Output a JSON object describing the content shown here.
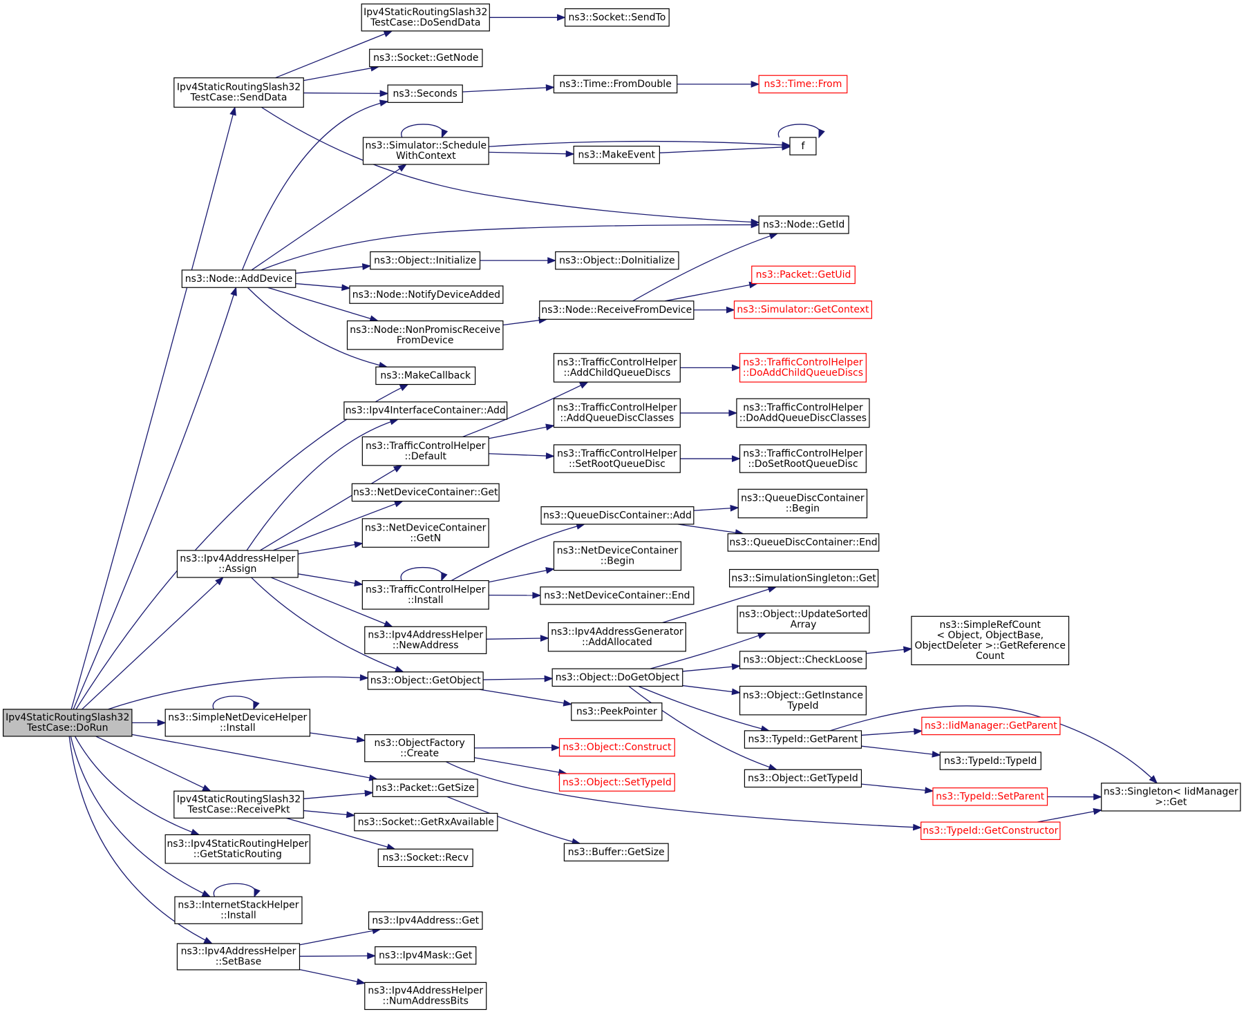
{
  "diagram": {
    "nodes": [
      {
        "id": "root",
        "lines": [
          "Ipv4StaticRoutingSlash32",
          "TestCase::DoRun"
        ],
        "style": "root"
      },
      {
        "id": "sendData",
        "lines": [
          "Ipv4StaticRoutingSlash32",
          "TestCase::SendData"
        ]
      },
      {
        "id": "addDevice",
        "lines": [
          "ns3::Node::AddDevice"
        ]
      },
      {
        "id": "ipv4Assign",
        "lines": [
          "ns3::Ipv4AddressHelper",
          "::Assign"
        ]
      },
      {
        "id": "simpleInstall",
        "lines": [
          "ns3::SimpleNetDeviceHelper",
          "::Install"
        ]
      },
      {
        "id": "receivePkt",
        "lines": [
          "Ipv4StaticRoutingSlash32",
          "TestCase::ReceivePkt"
        ]
      },
      {
        "id": "getStaticRouting",
        "lines": [
          "ns3::Ipv4StaticRoutingHelper",
          "::GetStaticRouting"
        ]
      },
      {
        "id": "inetInstall",
        "lines": [
          "ns3::InternetStackHelper",
          "::Install"
        ]
      },
      {
        "id": "setBase",
        "lines": [
          "ns3::Ipv4AddressHelper",
          "::SetBase"
        ]
      },
      {
        "id": "doSendData",
        "lines": [
          "Ipv4StaticRoutingSlash32",
          "TestCase::DoSendData"
        ]
      },
      {
        "id": "sockGetNode",
        "lines": [
          "ns3::Socket::GetNode"
        ]
      },
      {
        "id": "seconds",
        "lines": [
          "ns3::Seconds"
        ]
      },
      {
        "id": "schedCtx",
        "lines": [
          "ns3::Simulator::Schedule",
          "WithContext"
        ]
      },
      {
        "id": "objInit",
        "lines": [
          "ns3::Object::Initialize"
        ]
      },
      {
        "id": "notifyAdded",
        "lines": [
          "ns3::Node::NotifyDeviceAdded"
        ]
      },
      {
        "id": "nonPromisc",
        "lines": [
          "ns3::Node::NonPromiscReceive",
          "FromDevice"
        ]
      },
      {
        "id": "makeCallback",
        "lines": [
          "ns3::MakeCallback"
        ]
      },
      {
        "id": "ifcAdd",
        "lines": [
          "ns3::Ipv4InterfaceContainer::Add"
        ]
      },
      {
        "id": "tchDefault",
        "lines": [
          "ns3::TrafficControlHelper",
          "::Default"
        ]
      },
      {
        "id": "ndcGet",
        "lines": [
          "ns3::NetDeviceContainer::Get"
        ]
      },
      {
        "id": "ndcGetN",
        "lines": [
          "ns3::NetDeviceContainer",
          "::GetN"
        ]
      },
      {
        "id": "tchInstall",
        "lines": [
          "ns3::TrafficControlHelper",
          "::Install"
        ]
      },
      {
        "id": "newAddress",
        "lines": [
          "ns3::Ipv4AddressHelper",
          "::NewAddress"
        ]
      },
      {
        "id": "getObject",
        "lines": [
          "ns3::Object::GetObject"
        ]
      },
      {
        "id": "objFactCreate",
        "lines": [
          "ns3::ObjectFactory",
          "::Create"
        ]
      },
      {
        "id": "pktGetSize",
        "lines": [
          "ns3::Packet::GetSize"
        ]
      },
      {
        "id": "sockRxAvail",
        "lines": [
          "ns3::Socket::GetRxAvailable"
        ]
      },
      {
        "id": "sockRecv",
        "lines": [
          "ns3::Socket::Recv"
        ]
      },
      {
        "id": "ipv4AddrGet",
        "lines": [
          "ns3::Ipv4Address::Get"
        ]
      },
      {
        "id": "ipv4MaskGet",
        "lines": [
          "ns3::Ipv4Mask::Get"
        ]
      },
      {
        "id": "numAddrBits",
        "lines": [
          "ns3::Ipv4AddressHelper",
          "::NumAddressBits"
        ]
      },
      {
        "id": "sockSendTo",
        "lines": [
          "ns3::Socket::SendTo"
        ]
      },
      {
        "id": "fromDouble",
        "lines": [
          "ns3::Time::FromDouble"
        ]
      },
      {
        "id": "makeEvent",
        "lines": [
          "ns3::MakeEvent"
        ]
      },
      {
        "id": "objDoInit",
        "lines": [
          "ns3::Object::DoInitialize"
        ]
      },
      {
        "id": "recvFromDev",
        "lines": [
          "ns3::Node::ReceiveFromDevice"
        ]
      },
      {
        "id": "tchAddChild",
        "lines": [
          "ns3::TrafficControlHelper",
          "::AddChildQueueDiscs"
        ]
      },
      {
        "id": "tchAddClasses",
        "lines": [
          "ns3::TrafficControlHelper",
          "::AddQueueDiscClasses"
        ]
      },
      {
        "id": "tchSetRoot",
        "lines": [
          "ns3::TrafficControlHelper",
          "::SetRootQueueDisc"
        ]
      },
      {
        "id": "qdcAdd",
        "lines": [
          "ns3::QueueDiscContainer::Add"
        ]
      },
      {
        "id": "ndcBegin",
        "lines": [
          "ns3::NetDeviceContainer",
          "::Begin"
        ]
      },
      {
        "id": "ndcEnd",
        "lines": [
          "ns3::NetDeviceContainer::End"
        ]
      },
      {
        "id": "addAllocated",
        "lines": [
          "ns3::Ipv4AddressGenerator",
          "::AddAllocated"
        ]
      },
      {
        "id": "doGetObject",
        "lines": [
          "ns3::Object::DoGetObject"
        ]
      },
      {
        "id": "peekPointer",
        "lines": [
          "ns3::PeekPointer"
        ]
      },
      {
        "id": "objConstruct",
        "lines": [
          "ns3::Object::Construct"
        ],
        "style": "ext"
      },
      {
        "id": "objSetTypeId",
        "lines": [
          "ns3::Object::SetTypeId"
        ],
        "style": "ext"
      },
      {
        "id": "bufGetSize",
        "lines": [
          "ns3::Buffer::GetSize"
        ]
      },
      {
        "id": "timeFrom",
        "lines": [
          "ns3::Time::From"
        ],
        "style": "ext"
      },
      {
        "id": "f",
        "lines": [
          "f"
        ]
      },
      {
        "id": "nodeGetId",
        "lines": [
          "ns3::Node::GetId"
        ]
      },
      {
        "id": "pktGetUid",
        "lines": [
          "ns3::Packet::GetUid"
        ],
        "style": "ext"
      },
      {
        "id": "simGetCtx",
        "lines": [
          "ns3::Simulator::GetContext"
        ],
        "style": "ext"
      },
      {
        "id": "tchDoAddChild",
        "lines": [
          "ns3::TrafficControlHelper",
          "::DoAddChildQueueDiscs"
        ],
        "style": "ext"
      },
      {
        "id": "tchDoAddClasses",
        "lines": [
          "ns3::TrafficControlHelper",
          "::DoAddQueueDiscClasses"
        ]
      },
      {
        "id": "tchDoSetRoot",
        "lines": [
          "ns3::TrafficControlHelper",
          "::DoSetRootQueueDisc"
        ]
      },
      {
        "id": "qdcBegin",
        "lines": [
          "ns3::QueueDiscContainer",
          "::Begin"
        ]
      },
      {
        "id": "qdcEnd",
        "lines": [
          "ns3::QueueDiscContainer::End"
        ]
      },
      {
        "id": "simSingletonGet",
        "lines": [
          "ns3::SimulationSingleton::Get"
        ]
      },
      {
        "id": "updSorted",
        "lines": [
          "ns3::Object::UpdateSorted",
          "Array"
        ]
      },
      {
        "id": "checkLoose",
        "lines": [
          "ns3::Object::CheckLoose"
        ]
      },
      {
        "id": "getInstTypeId",
        "lines": [
          "ns3::Object::GetInstance",
          "TypeId"
        ]
      },
      {
        "id": "typeIdGetParent",
        "lines": [
          "ns3::TypeId::GetParent"
        ]
      },
      {
        "id": "objGetTypeId",
        "lines": [
          "ns3::Object::GetTypeId"
        ]
      },
      {
        "id": "typeIdGetCtor",
        "lines": [
          "ns3::TypeId::GetConstructor"
        ],
        "style": "ext"
      },
      {
        "id": "simpleRefCount",
        "lines": [
          "ns3::SimpleRefCount",
          "< Object, ObjectBase,",
          "ObjectDeleter >::GetReference",
          "Count"
        ]
      },
      {
        "id": "iidGetParent",
        "lines": [
          "ns3::IidManager::GetParent"
        ],
        "style": "ext"
      },
      {
        "id": "typeIdTypeId",
        "lines": [
          "ns3::TypeId::TypeId"
        ]
      },
      {
        "id": "typeIdSetParent",
        "lines": [
          "ns3::TypeId::SetParent"
        ],
        "style": "ext"
      },
      {
        "id": "singletonGet",
        "lines": [
          "ns3::Singleton< IidManager",
          ">::Get"
        ]
      }
    ]
  }
}
